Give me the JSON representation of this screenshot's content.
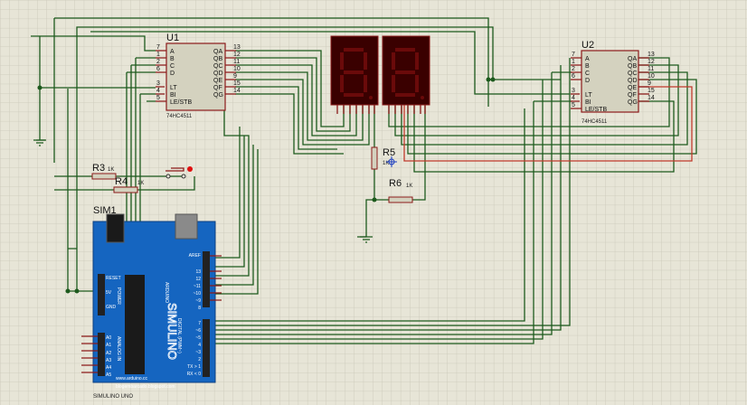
{
  "u1": {
    "ref": "U1",
    "part": "74HC4511",
    "left_pins": [
      {
        "num": "7",
        "name": "A"
      },
      {
        "num": "1",
        "name": "B"
      },
      {
        "num": "2",
        "name": "C"
      },
      {
        "num": "6",
        "name": "D"
      },
      {
        "num": "3",
        "name": "LT"
      },
      {
        "num": "4",
        "name": "BI"
      },
      {
        "num": "5",
        "name": "LE/STB"
      }
    ],
    "right_pins": [
      {
        "num": "13",
        "name": "QA"
      },
      {
        "num": "12",
        "name": "QB"
      },
      {
        "num": "11",
        "name": "QC"
      },
      {
        "num": "10",
        "name": "QD"
      },
      {
        "num": "9",
        "name": "QE"
      },
      {
        "num": "15",
        "name": "QF"
      },
      {
        "num": "14",
        "name": "QG"
      }
    ]
  },
  "u2": {
    "ref": "U2",
    "part": "74HC4511",
    "left_pins": [
      {
        "num": "7",
        "name": "A"
      },
      {
        "num": "1",
        "name": "B"
      },
      {
        "num": "2",
        "name": "C"
      },
      {
        "num": "6",
        "name": "D"
      },
      {
        "num": "3",
        "name": "LT"
      },
      {
        "num": "4",
        "name": "BI"
      },
      {
        "num": "5",
        "name": "LE/STB"
      }
    ],
    "right_pins": [
      {
        "num": "13",
        "name": "QA"
      },
      {
        "num": "12",
        "name": "QB"
      },
      {
        "num": "11",
        "name": "QC"
      },
      {
        "num": "10",
        "name": "QD"
      },
      {
        "num": "9",
        "name": "QE"
      },
      {
        "num": "15",
        "name": "QF"
      },
      {
        "num": "14",
        "name": "QG"
      }
    ]
  },
  "resistors": {
    "r3": {
      "ref": "R3",
      "value": "1K"
    },
    "r4": {
      "ref": "R4",
      "value": "1K"
    },
    "r5": {
      "ref": "R5",
      "value": "1K"
    },
    "r6": {
      "ref": "R6",
      "value": "1K"
    }
  },
  "arduino": {
    "ref": "SIM1",
    "part": "SIMULINO UNO",
    "brand": "SIMULINO",
    "logo_text": "ARDUINO",
    "url1": "www.arduino.cc",
    "url2": "blogembarcado.blogspot.com",
    "power_pins": [
      "RESET",
      "5V",
      "GND"
    ],
    "power_label": "POWER",
    "analog_pins": [
      "A0",
      "A1",
      "A2",
      "A3",
      "A4",
      "A5"
    ],
    "analog_label": "ANALOG IN",
    "digital_high": [
      "AREF",
      "13",
      "12",
      "~11",
      "~10",
      "~9",
      "8"
    ],
    "digital_low": [
      "7",
      "~6",
      "~5",
      "4",
      "~3",
      "2",
      "TX > 1",
      "RX < 0"
    ],
    "digital_label": "DIGITAL (PWM~)"
  },
  "colors": {
    "wire": "#1d5a1d",
    "pin": "#8b1a1a",
    "board": "#1565c0",
    "display": "#3a0000",
    "grid_bg": "#e7e5d7"
  }
}
